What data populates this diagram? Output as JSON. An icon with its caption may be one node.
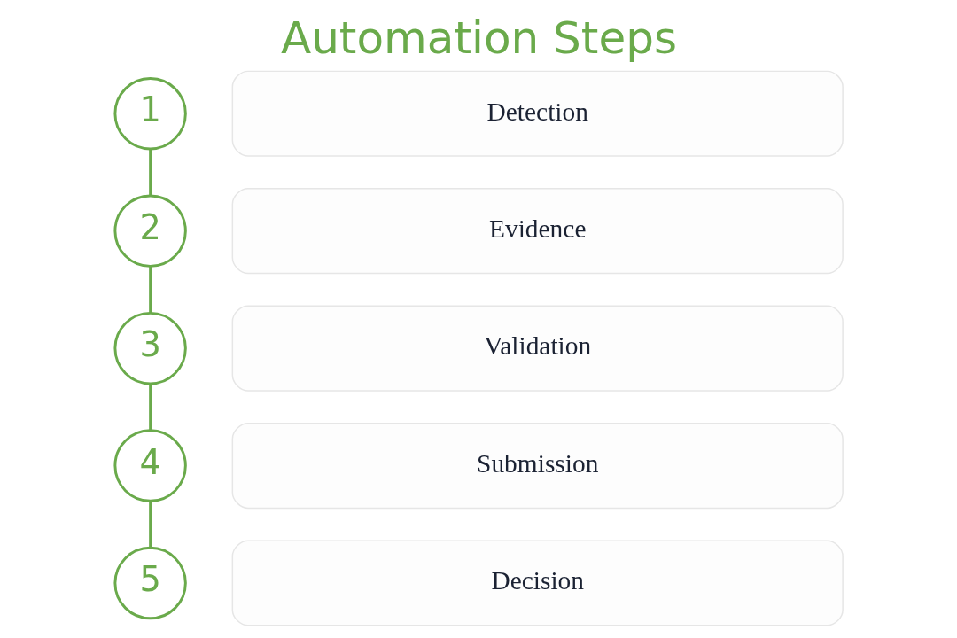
{
  "diagram": {
    "title": "Automation Steps",
    "nodes": [
      {
        "text": [
          "1"
        ]
      },
      {
        "text": [
          "2"
        ]
      },
      {
        "text": [
          "3"
        ]
      },
      {
        "text": [
          "4"
        ]
      },
      {
        "text": [
          "5"
        ]
      },
      {
        "text": [
          "Detection"
        ]
      },
      {
        "text": [
          "Evidence"
        ]
      },
      {
        "text": [
          "Validation"
        ]
      },
      {
        "text": [
          "Submission"
        ]
      },
      {
        "text": [
          "Decision"
        ]
      }
    ],
    "edges": [
      {
        "from": 0,
        "to": 1,
        "arrow": "none"
      },
      {
        "from": 1,
        "to": 2,
        "arrow": "none"
      },
      {
        "from": 2,
        "to": 3,
        "arrow": "none"
      },
      {
        "from": 3,
        "to": 4,
        "arrow": "none"
      }
    ]
  }
}
